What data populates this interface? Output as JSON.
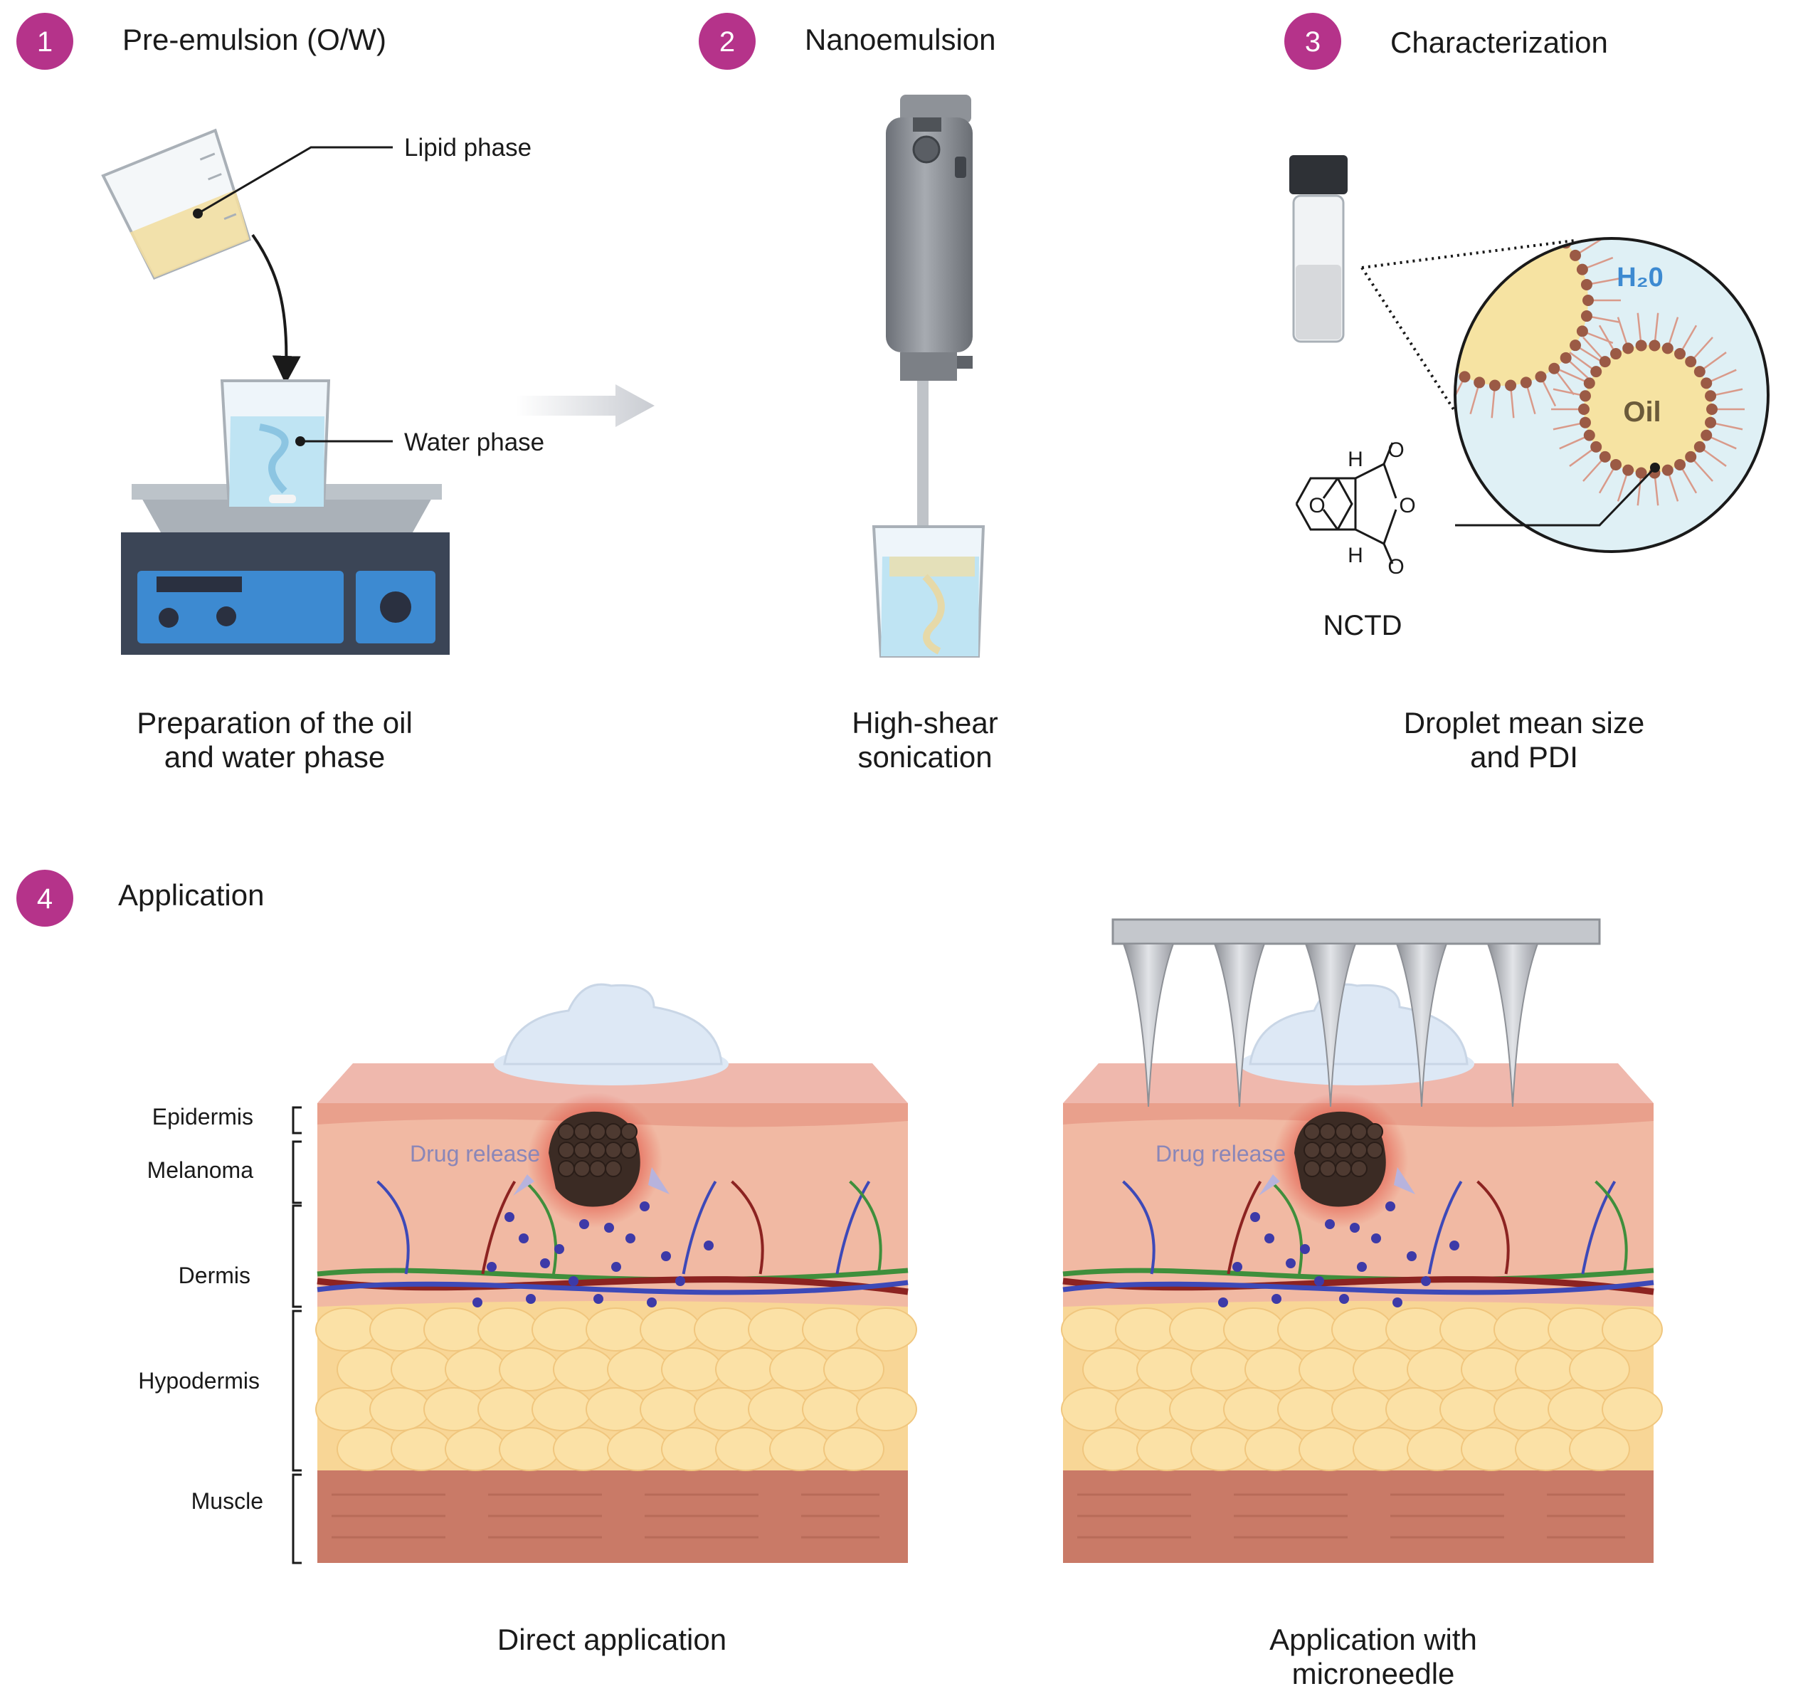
{
  "steps": [
    {
      "number": "1",
      "title": "Pre-emulsion (O/W)",
      "caption": [
        "Preparation of the oil",
        "and water phase"
      ]
    },
    {
      "number": "2",
      "title": "Nanoemulsion",
      "caption": [
        "High-shear",
        "sonication"
      ]
    },
    {
      "number": "3",
      "title": "Characterization",
      "caption": [
        "Droplet mean size",
        "and PDI"
      ]
    },
    {
      "number": "4",
      "title": "Application"
    }
  ],
  "step1": {
    "lipid_label": "Lipid phase",
    "water_label": "Water phase"
  },
  "step3": {
    "water_label": "H₂0",
    "oil_label": "Oil",
    "molecule_label": "NCTD",
    "atoms": {
      "h_top": "H",
      "h_bottom": "H",
      "o_bridge": "O",
      "o_ring": "O",
      "o_carbonyl_top": "O",
      "o_carbonyl_bottom": "O"
    }
  },
  "skin_layers": [
    "Epidermis",
    "Melanoma",
    "Dermis",
    "Hypodermis",
    "Muscle"
  ],
  "panels": [
    {
      "release_label": "Drug release",
      "caption": [
        "Direct application"
      ]
    },
    {
      "release_label": "Drug release",
      "caption": [
        "Application with",
        "microneedle"
      ]
    }
  ],
  "colors": {
    "step_badge": "#b5338a",
    "epidermis": "#e9a08c",
    "dermis": "#f1b9a3",
    "hypodermis": "#f8d696",
    "muscle": "#c97a67",
    "melanoma": "#3b2b24",
    "drug_dots": "#3d3aa8",
    "cream": "#dde8f5",
    "water": "#bfe4f3"
  }
}
